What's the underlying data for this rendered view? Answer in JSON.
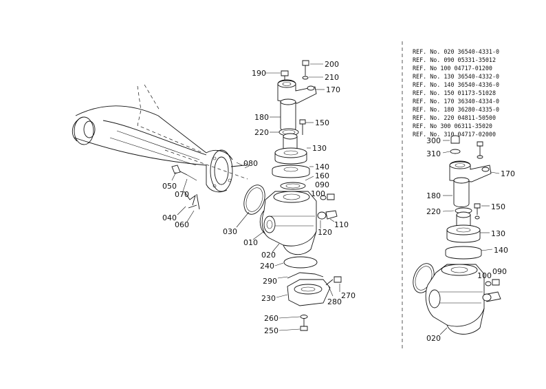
{
  "colors": {
    "ink": "#111111",
    "paper": "#ffffff"
  },
  "main_diagram": {
    "callouts": {
      "c010": "010",
      "c020": "020",
      "c030": "030",
      "c040": "040",
      "c050": "050",
      "c060": "060",
      "c070": "070",
      "c080": "080",
      "c090": "090",
      "c100": "100",
      "c110": "110",
      "c120": "120",
      "c130": "130",
      "c140": "140",
      "c150": "150",
      "c160": "160",
      "c170": "170",
      "c180": "180",
      "c190": "190",
      "c200": "200",
      "c210": "210",
      "c220": "220",
      "c230": "230",
      "c240": "240",
      "c250": "250",
      "c260": "260",
      "c270": "270",
      "c280": "280",
      "c290": "290"
    }
  },
  "reference_list": [
    "REF. No. 020  36540-4331-0",
    "REF. No. 090  05331-35012",
    "REF. No  100  04717-01200",
    "REF. No. 130  36540-4332-0",
    "REF. No. 140  36540-4336-0",
    "REF. No. 150  01173-51028",
    "REF. No. 170  36340-4334-0",
    "REF. No. 180  36280-4335-0",
    "REF. No. 220  04811-50500",
    "REF. No  300  06311-35020",
    "REF. No. 310  04717-02000"
  ],
  "inset_diagram": {
    "callouts": {
      "c300": "300",
      "c310": "310",
      "c170": "170",
      "c180": "180",
      "c150": "150",
      "c220": "220",
      "c130": "130",
      "c140": "140",
      "c100": "100",
      "c090": "090",
      "c020": "020"
    }
  }
}
